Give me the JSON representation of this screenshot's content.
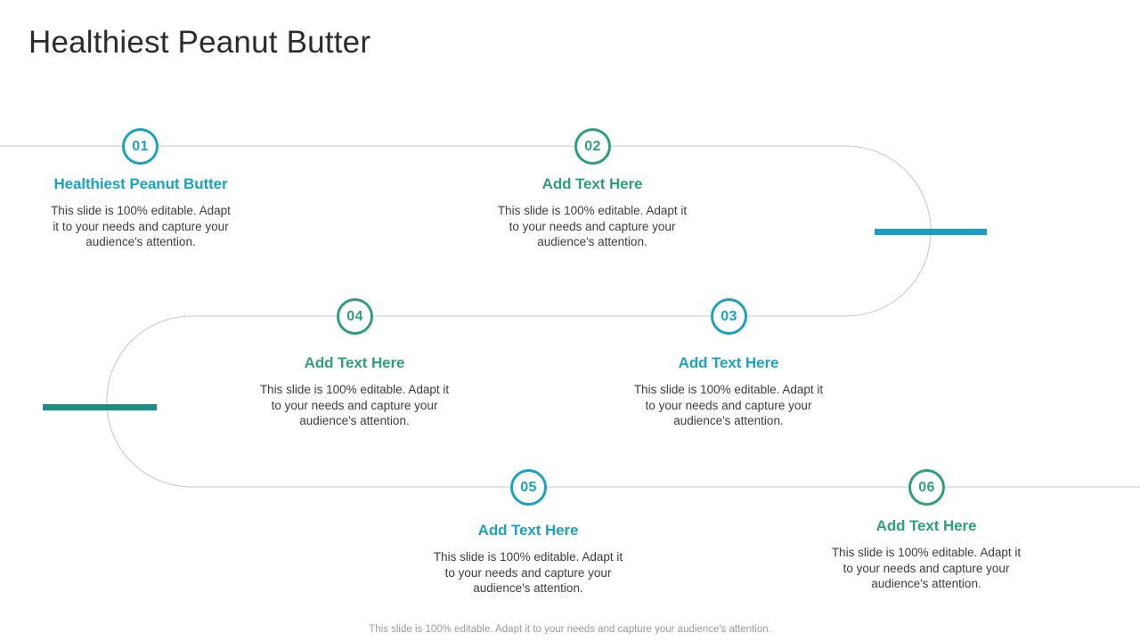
{
  "slide": {
    "title": "Healthiest Peanut Butter",
    "footer_note": "This slide is 100% editable. Adapt it to your needs and capture your audience's attention.",
    "background_color": "#ffffff",
    "path_color": "#c9c9c9"
  },
  "palette": {
    "cyan": "#1aa3bd",
    "green": "#2e9e7e",
    "accent_bar_right": "#1c9dc4",
    "accent_bar_left": "#1c8f84",
    "title_color": "#2b2b2b",
    "body_color": "#3c3c3c",
    "footer_color": "#9a9a9a"
  },
  "nodes": [
    {
      "number": "01",
      "heading": "Healthiest Peanut Butter",
      "body": "This slide is 100% editable.  Adapt it to your needs and capture your audience's attention.",
      "accent": "cyan"
    },
    {
      "number": "02",
      "heading": "Add Text Here",
      "body": "This slide is 100% editable.  Adapt it to your needs and capture your audience's attention.",
      "accent": "green"
    },
    {
      "number": "03",
      "heading": "Add Text Here",
      "body": "This slide is 100% editable.  Adapt it to your needs and capture your audience's attention.",
      "accent": "cyan"
    },
    {
      "number": "04",
      "heading": "Add Text Here",
      "body": "This slide is 100% editable.  Adapt it to your needs and capture your audience's attention.",
      "accent": "green"
    },
    {
      "number": "05",
      "heading": "Add Text Here",
      "body": "This slide is 100% editable.  Adapt it to your needs and capture your audience's attention.",
      "accent": "cyan"
    },
    {
      "number": "06",
      "heading": "Add Text Here",
      "body": "This slide is 100% editable.  Adapt it to your needs and capture your audience's attention.",
      "accent": "green"
    }
  ]
}
